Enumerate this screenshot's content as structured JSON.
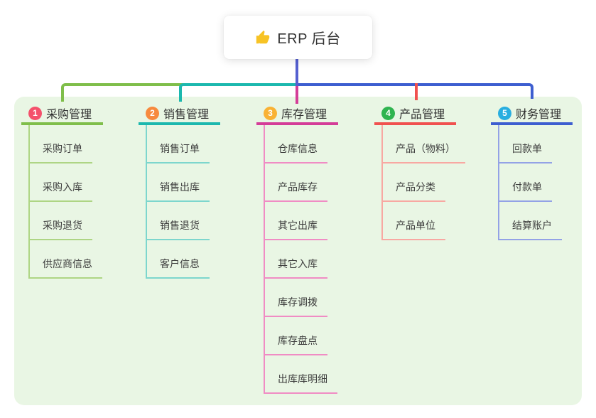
{
  "root": {
    "label": "ERP 后台",
    "icon": "thumbs-up-icon",
    "icon_color": "#f7c325"
  },
  "canvas": {
    "background": "#ffffff",
    "panel_bg": "#e9f6e4",
    "stem_color": "#5560d0"
  },
  "branches": [
    {
      "num": "1",
      "label": "采购管理",
      "badge_color": "#f4516c",
      "line_color": "#7fbe4a",
      "child_line_color": "#aed584",
      "children": [
        "采购订单",
        "采购入库",
        "采购退货",
        "供应商信息"
      ]
    },
    {
      "num": "2",
      "label": "销售管理",
      "badge_color": "#f78a3e",
      "line_color": "#1cb8ae",
      "child_line_color": "#7dd6cd",
      "children": [
        "销售订单",
        "销售出库",
        "销售退货",
        "客户信息"
      ]
    },
    {
      "num": "3",
      "label": "库存管理",
      "badge_color": "#f9b234",
      "line_color": "#d43d98",
      "child_line_color": "#f08cc4",
      "children": [
        "仓库信息",
        "产品库存",
        "其它出库",
        "其它入库",
        "库存调拨",
        "库存盘点",
        "出库库明细"
      ]
    },
    {
      "num": "4",
      "label": "产品管理",
      "badge_color": "#2fb44f",
      "line_color": "#f0514f",
      "child_line_color": "#f8a8a2",
      "children": [
        "产品（物料）",
        "产品分类",
        "产品单位"
      ]
    },
    {
      "num": "5",
      "label": "财务管理",
      "badge_color": "#28aee0",
      "line_color": "#3d5ed0",
      "child_line_color": "#93a2e6",
      "children": [
        "回款单",
        "付款单",
        "结算账户"
      ]
    }
  ]
}
